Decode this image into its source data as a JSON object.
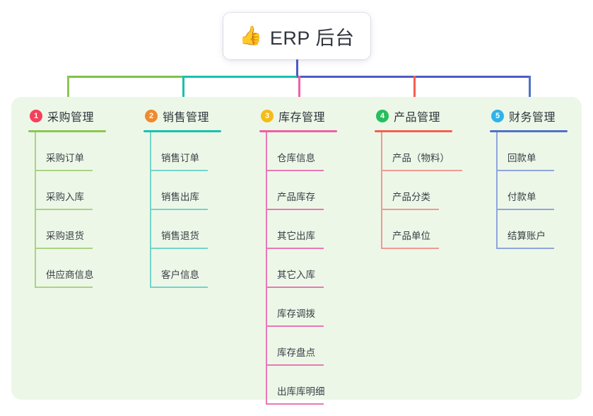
{
  "diagram": {
    "type": "mind-map",
    "root": {
      "emoji": "👍",
      "emoji_name": "thumbs-up-emoji",
      "title": "ERP 后台"
    },
    "canvas_color": "#edf7e8",
    "root_connector_color": "#4d5bc4",
    "trunk_segments": [
      {
        "color": "#7fc14b"
      },
      {
        "color": "#18c2af"
      },
      {
        "color": "#4d5bc4"
      }
    ],
    "branches": [
      {
        "number": "1",
        "title": "采购管理",
        "badge_color": "#f5405c",
        "accent_color": "#8cc751",
        "line_color": "#a8d47f",
        "rule_width": 110,
        "item_rule_width": 80,
        "items": [
          {
            "label": "采购订单"
          },
          {
            "label": "采购入库"
          },
          {
            "label": "采购退货"
          },
          {
            "label": "供应商信息"
          }
        ]
      },
      {
        "number": "2",
        "title": "销售管理",
        "badge_color": "#f08a2e",
        "accent_color": "#18c2af",
        "line_color": "#74d4c7",
        "rule_width": 110,
        "item_rule_width": 80,
        "items": [
          {
            "label": "销售订单"
          },
          {
            "label": "销售出库"
          },
          {
            "label": "销售退货"
          },
          {
            "label": "客户信息"
          }
        ]
      },
      {
        "number": "3",
        "title": "库存管理",
        "badge_color": "#f5bb18",
        "accent_color": "#ef5fa8",
        "line_color": "#e878b4",
        "rule_width": 110,
        "item_rule_width": 80,
        "items": [
          {
            "label": "仓库信息"
          },
          {
            "label": "产品库存"
          },
          {
            "label": "其它出库"
          },
          {
            "label": "其它入库"
          },
          {
            "label": "库存调拨"
          },
          {
            "label": "库存盘点"
          },
          {
            "label": "出库库明细"
          }
        ]
      },
      {
        "number": "4",
        "title": "产品管理",
        "badge_color": "#25bf5c",
        "accent_color": "#f4604f",
        "line_color": "#f09a92",
        "rule_width": 110,
        "item_rule_width": 80,
        "items": [
          {
            "label": "产品（物料）",
            "rule_width": 113
          },
          {
            "label": "产品分类"
          },
          {
            "label": "产品单位"
          }
        ]
      },
      {
        "number": "5",
        "title": "财务管理",
        "badge_color": "#2fb3e8",
        "accent_color": "#5071c9",
        "line_color": "#8fa5dc",
        "rule_width": 110,
        "item_rule_width": 80,
        "items": [
          {
            "label": "回款单"
          },
          {
            "label": "付款单"
          },
          {
            "label": "结算账户"
          }
        ]
      }
    ]
  }
}
